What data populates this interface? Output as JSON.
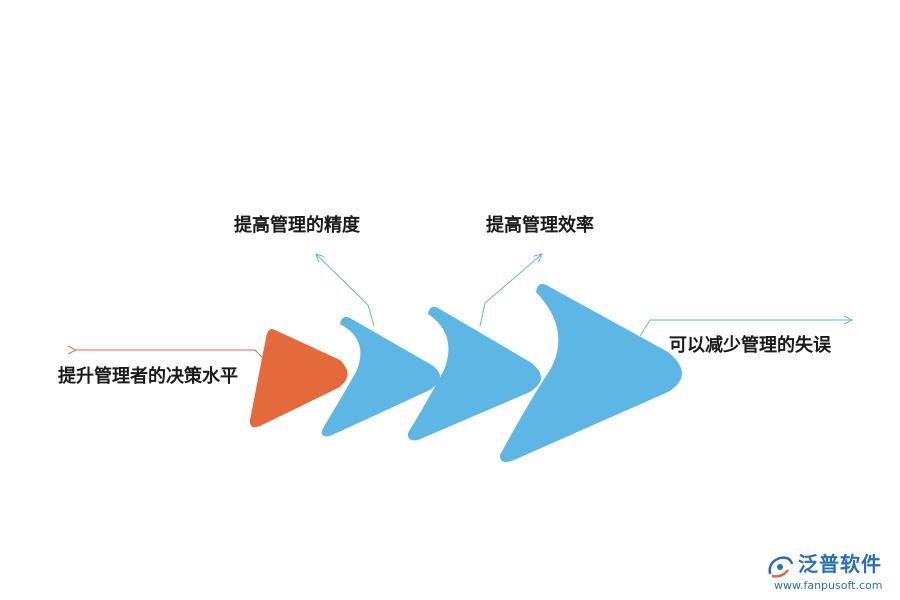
{
  "labels": {
    "left": "提升管理者的决策水平",
    "top1": "提高管理的精度",
    "top2": "提高管理效率",
    "right": "可以减少管理的失误"
  },
  "watermark": {
    "name": "泛普软件",
    "url": "www.fanpusoft.com"
  },
  "colors": {
    "orange": "#e46a3c",
    "blue": "#5eb6e4",
    "orange_line": "#e46a3c",
    "blue_line": "#5eb6e4",
    "brand": "#2a6fb8"
  }
}
